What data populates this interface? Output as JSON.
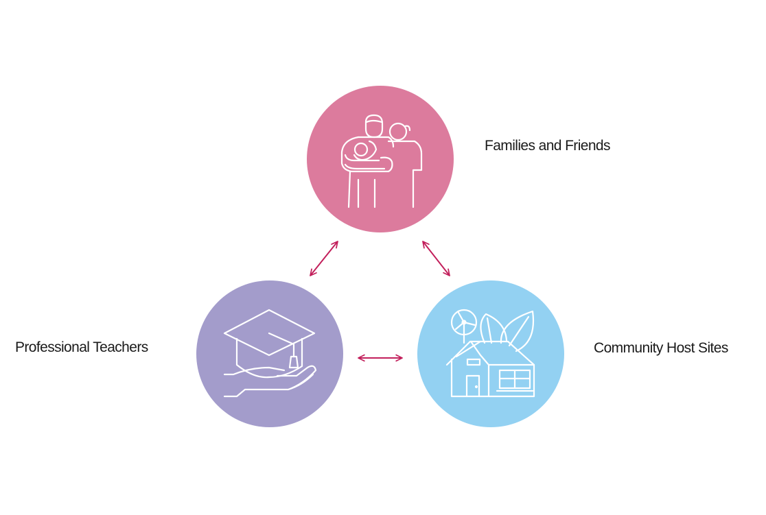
{
  "nodes": [
    {
      "id": "families",
      "label": "Families and Friends",
      "color": "#dc7b9d",
      "icon": "family-icon"
    },
    {
      "id": "teachers",
      "label": "Professional Teachers",
      "color": "#a39ccb",
      "icon": "graduation-cap-hand-icon"
    },
    {
      "id": "community",
      "label": "Community Host Sites",
      "color": "#93d1f2",
      "icon": "house-with-leaves-icon"
    }
  ],
  "connections": [
    {
      "from": "families",
      "to": "teachers",
      "style": "double-arrow"
    },
    {
      "from": "families",
      "to": "community",
      "style": "double-arrow"
    },
    {
      "from": "teachers",
      "to": "community",
      "style": "double-arrow"
    }
  ],
  "colors": {
    "arrow": "#c21f5b",
    "icon_stroke": "#ffffff",
    "label_text": "#1a1a1a",
    "background": "#ffffff"
  }
}
